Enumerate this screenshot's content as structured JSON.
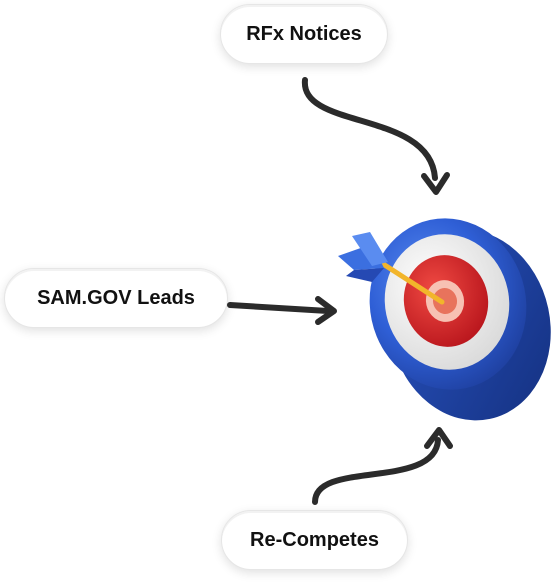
{
  "nodes": {
    "top": {
      "label": "RFx Notices"
    },
    "left": {
      "label": "SAM.GOV Leads"
    },
    "bottom": {
      "label": "Re-Competes"
    }
  },
  "colors": {
    "arrow": "#2b2b2b",
    "target_outer": "#2f5fd6",
    "target_ring_white": "#f4f4f4",
    "target_red": "#d8232a",
    "target_center": "#f7b6a6",
    "dart_shaft": "#f2b52b",
    "dart_fletch": "#3b6fe0"
  },
  "icons": {
    "target": "target-icon",
    "dart": "dart-icon"
  }
}
